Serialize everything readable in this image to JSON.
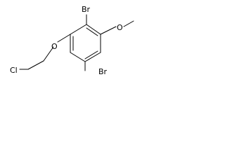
{
  "structure": {
    "atoms": {
      "br_top": "Br",
      "br_bottom": "Br",
      "o_ether": "O",
      "o_methoxy": "O",
      "cl": "Cl"
    }
  }
}
